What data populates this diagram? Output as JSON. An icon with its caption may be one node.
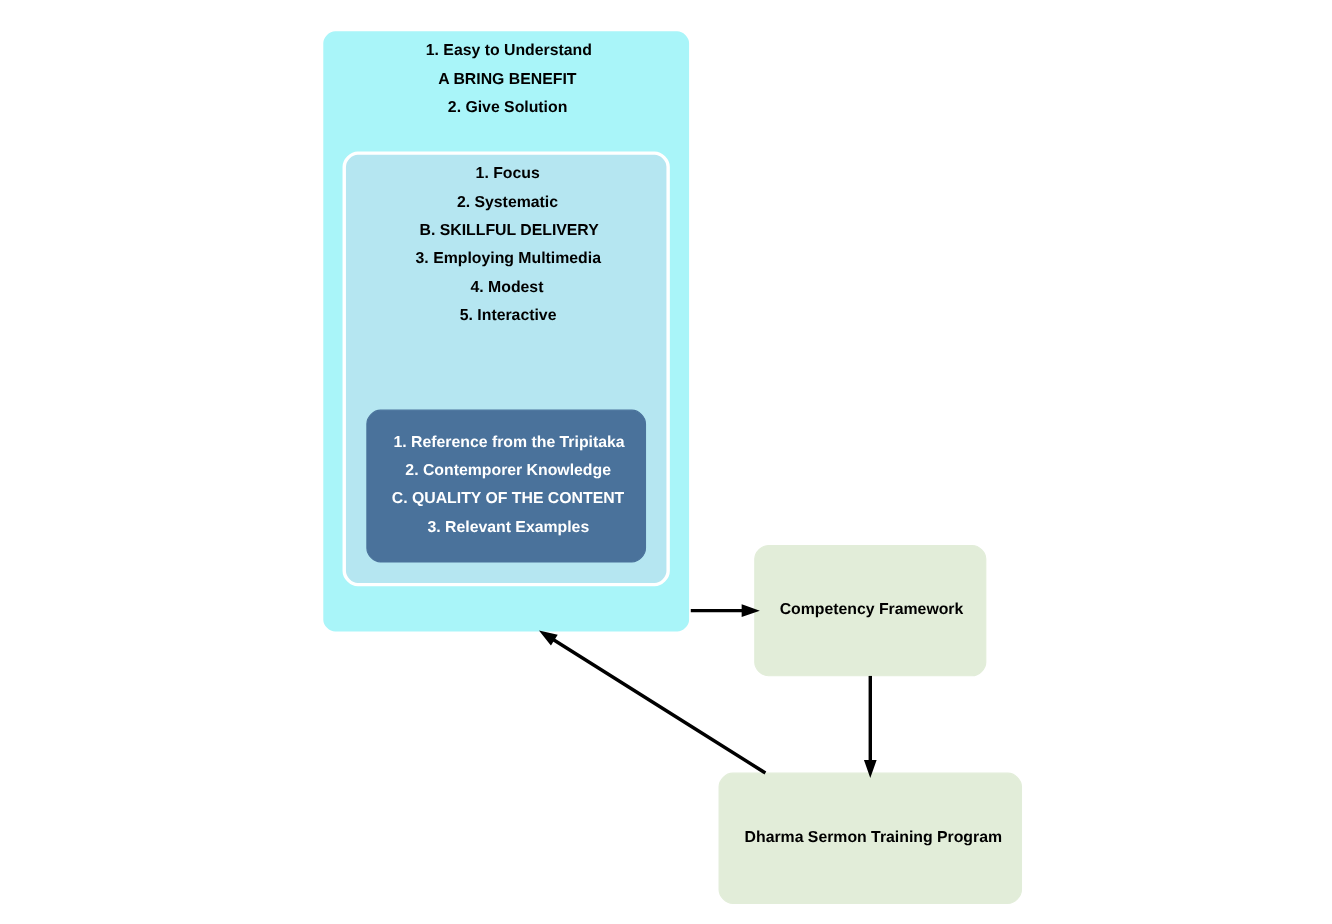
{
  "diagram": {
    "nodes": [
      {
        "text": [
          "1. Easy to Understand",
          "A BRING BENEFIT",
          "2. Give Solution"
        ]
      },
      {
        "text": [
          "1. Focus",
          "2. Systematic",
          "B. SKILLFUL DELIVERY",
          "3. Employing Multimedia",
          "4. Modest",
          "5. Interactive"
        ],
        "in": 0
      },
      {
        "text": [
          "1. Reference from the Tripitaka",
          "2. Contemporer Knowledge",
          "C. QUALITY OF THE CONTENT",
          "3. Relevant Examples"
        ],
        "in": 1
      },
      {
        "text": [
          "Competency Framework"
        ]
      },
      {
        "text": [
          "Dharma Sermon Training Program"
        ]
      }
    ],
    "edges": [
      {
        "from": 0,
        "to": 3,
        "arrow": "to"
      },
      {
        "from": 3,
        "to": 4,
        "arrow": "to"
      },
      {
        "from": 4,
        "to": 0,
        "arrow": "to"
      }
    ]
  }
}
